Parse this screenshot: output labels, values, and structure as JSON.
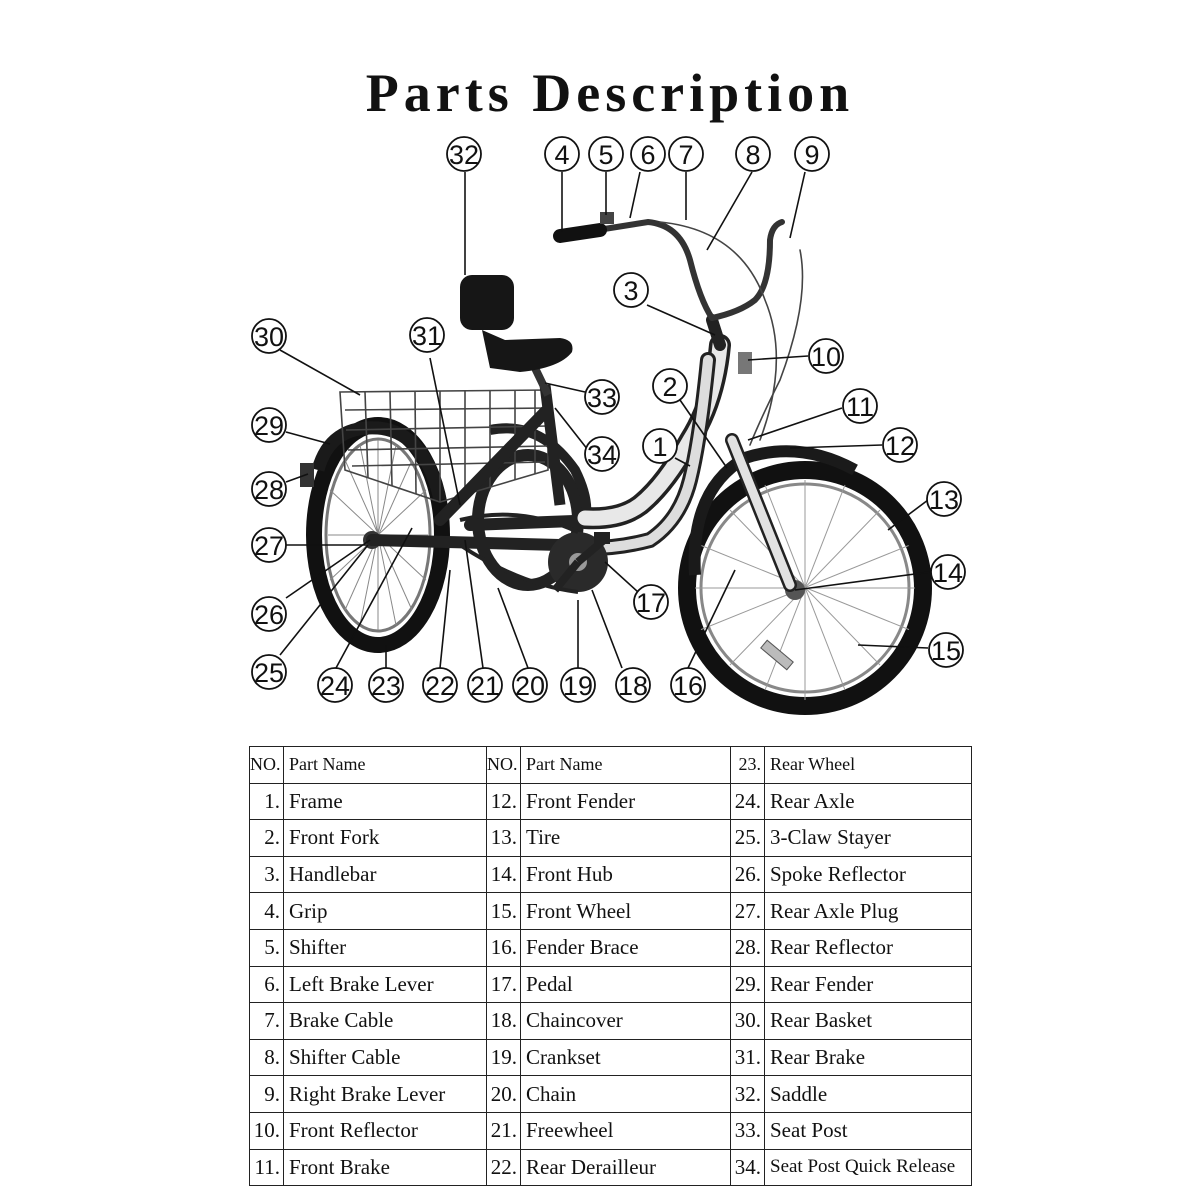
{
  "title": "Parts Description",
  "table": {
    "header": {
      "no": "NO.",
      "name": "Part Name"
    },
    "columns": [
      [
        {
          "no": "1.",
          "name": "Frame"
        },
        {
          "no": "2.",
          "name": "Front Fork"
        },
        {
          "no": "3.",
          "name": "Handlebar"
        },
        {
          "no": "4.",
          "name": "Grip"
        },
        {
          "no": "5.",
          "name": "Shifter"
        },
        {
          "no": "6.",
          "name": "Left Brake Lever"
        },
        {
          "no": "7.",
          "name": "Brake Cable"
        },
        {
          "no": "8.",
          "name": "Shifter Cable"
        },
        {
          "no": "9.",
          "name": "Right Brake Lever"
        },
        {
          "no": "10.",
          "name": "Front Reflector"
        },
        {
          "no": "11.",
          "name": "Front Brake"
        }
      ],
      [
        {
          "no": "12.",
          "name": "Front Fender"
        },
        {
          "no": "13.",
          "name": "Tire"
        },
        {
          "no": "14.",
          "name": "Front Hub"
        },
        {
          "no": "15.",
          "name": "Front Wheel"
        },
        {
          "no": "16.",
          "name": "Fender Brace"
        },
        {
          "no": "17.",
          "name": "Pedal"
        },
        {
          "no": "18.",
          "name": "Chaincover"
        },
        {
          "no": "19.",
          "name": "Crankset"
        },
        {
          "no": "20.",
          "name": "Chain"
        },
        {
          "no": "21.",
          "name": "Freewheel"
        },
        {
          "no": "22.",
          "name": "Rear Derailleur"
        }
      ],
      [
        {
          "no": "23.",
          "name": "Rear Wheel"
        },
        {
          "no": "24.",
          "name": "Rear Axle"
        },
        {
          "no": "25.",
          "name": "3-Claw Stayer"
        },
        {
          "no": "26.",
          "name": "Spoke Reflector"
        },
        {
          "no": "27.",
          "name": "Rear Axle Plug"
        },
        {
          "no": "28.",
          "name": "Rear Reflector"
        },
        {
          "no": "29.",
          "name": "Rear Fender"
        },
        {
          "no": "30.",
          "name": "Rear Basket"
        },
        {
          "no": "31.",
          "name": "Rear Brake"
        },
        {
          "no": "32.",
          "name": "Saddle"
        },
        {
          "no": "33.",
          "name": "Seat Post"
        },
        {
          "no": "34.",
          "name": "Seat Post Quick Release"
        }
      ]
    ]
  },
  "callouts": [
    "1",
    "2",
    "3",
    "4",
    "5",
    "6",
    "7",
    "8",
    "9",
    "10",
    "11",
    "12",
    "13",
    "14",
    "15",
    "16",
    "17",
    "18",
    "19",
    "20",
    "21",
    "22",
    "23",
    "24",
    "25",
    "26",
    "27",
    "28",
    "29",
    "30",
    "31",
    "32",
    "33",
    "34"
  ]
}
